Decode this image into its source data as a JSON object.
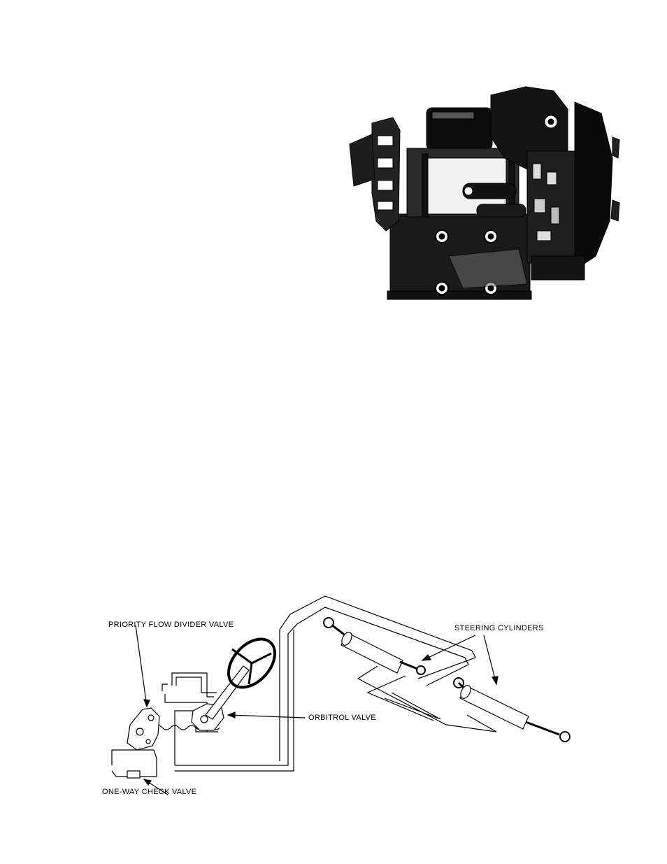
{
  "diagram": {
    "labels": {
      "priority_flow_divider_valve": "PRIORITY FLOW DIVIDER VALVE",
      "steering_cylinders": "STEERING CYLINDERS",
      "orbitrol_valve": "ORBITROL VALVE",
      "one_way_check_valve": "ONE-WAY CHECK VALVE"
    }
  }
}
